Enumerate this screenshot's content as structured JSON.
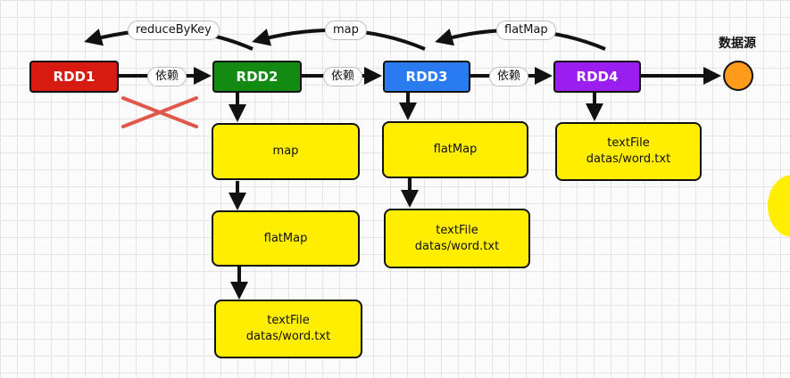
{
  "rdds": [
    {
      "id": "rdd1",
      "label": "RDD1",
      "color": "#d81b12"
    },
    {
      "id": "rdd2",
      "label": "RDD2",
      "color": "#138a12"
    },
    {
      "id": "rdd3",
      "label": "RDD3",
      "color": "#2a7af0"
    },
    {
      "id": "rdd4",
      "label": "RDD4",
      "color": "#9a1ef0"
    }
  ],
  "dependency_label": "依赖",
  "top_operations": [
    "reduceByKey",
    "map",
    "flatMap"
  ],
  "data_source_label": "数据源",
  "rdd2_lineage": {
    "op1": "map",
    "op2": "flatMap",
    "op3": {
      "line1": "textFile",
      "line2": "datas/word.txt"
    }
  },
  "rdd3_lineage": {
    "op1": "flatMap",
    "op2": {
      "line1": "textFile",
      "line2": "datas/word.txt"
    }
  },
  "rdd4_lineage": {
    "op1": {
      "line1": "textFile",
      "line2": "datas/word.txt"
    }
  },
  "colors": {
    "box_fill": "#ffee00",
    "source": "#ff9a1a",
    "cross": "#e0584a"
  }
}
